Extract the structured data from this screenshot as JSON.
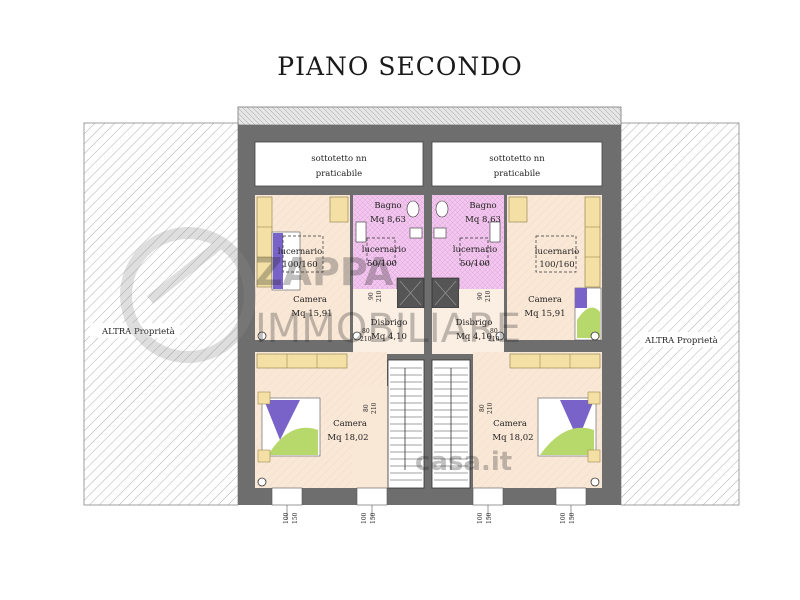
{
  "title": "PIANO SECONDO",
  "adjacent": {
    "left": "ALTRA Proprietà",
    "right": "ALTRA Proprietà"
  },
  "attics": [
    {
      "line1": "sottotetto nn",
      "line2": "praticabile"
    },
    {
      "line1": "sottotetto nn",
      "line2": "praticabile"
    }
  ],
  "rooms": {
    "bagno_left": {
      "name": "Bagno",
      "area": "Mq 8,63"
    },
    "bagno_right": {
      "name": "Bagno",
      "area": "Mq 8,63"
    },
    "camera_ul": {
      "name": "Camera",
      "area": "Mq 15,91"
    },
    "camera_ur": {
      "name": "Camera",
      "area": "Mq 15,91"
    },
    "disbrigo_l": {
      "name": "Disbrigo",
      "area": "Mq 4,10"
    },
    "disbrigo_r": {
      "name": "Disbrigo",
      "area": "Mq 4,10"
    },
    "camera_ll": {
      "name": "Camera",
      "area": "Mq 18,02"
    },
    "camera_lr": {
      "name": "Camera",
      "area": "Mq 18,02"
    }
  },
  "skylights": {
    "ul": {
      "name": "lucernario",
      "size": "100/160"
    },
    "bl": {
      "name": "lucernario",
      "size": "50/100"
    },
    "br": {
      "name": "lucernario",
      "size": "50/100"
    },
    "ur": {
      "name": "lucernario",
      "size": "100/160"
    }
  },
  "door_dims": {
    "d80": "80",
    "d210": "210",
    "d90": "90",
    "d100": "100",
    "d150": "150"
  },
  "watermark": {
    "brand": "ZAPPA",
    "sub": "IMMOBILIARE",
    "casa": "casa.it"
  },
  "colors": {
    "wall": "#6e6e6e",
    "bathroom": "#f2c6ee",
    "bedroom": "#fae8d7",
    "hallway": "#fbeee2",
    "furniture": "#f4e0a4",
    "hatch": "#9a9a9a",
    "bed_purple": "#7a63c8",
    "bed_green": "#b7d96b"
  }
}
